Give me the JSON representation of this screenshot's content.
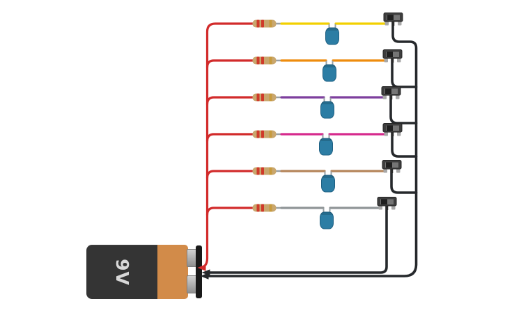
{
  "scene": {
    "name": "six-led-switch-circuit",
    "background": "#ffffff"
  },
  "battery": {
    "label": "9V",
    "body_color": "#343434",
    "cell_color": "#d28b49",
    "label_color": "#d8d8d8",
    "cap_color": "#191919"
  },
  "wiring": {
    "positive_color": "#d22b2b",
    "negative_color": "#26292c",
    "lead_color": "#9aa0a4"
  },
  "resistor": {
    "body_color": "#c9a76e",
    "band_colors": [
      "#cf3a2a",
      "#cf3a2a",
      "#c79a3d"
    ]
  },
  "led": {
    "body_color": "#2c7da4",
    "outline_color": "#1e5f82",
    "top_shade": "rgba(0,0,0,0.14)",
    "lead_color": "#98a0a4"
  },
  "switch": {
    "body_color": "#3e3e3e",
    "border_color": "#262626",
    "track_color": "#757575",
    "knob_color": "#1f1f1f",
    "foot_color": "#a8a8a8",
    "pin_color": "#2a2a2a"
  },
  "rows": [
    {
      "id": "circuit-1",
      "components": [
        "resistor",
        "led",
        "slideswitch"
      ],
      "wire_color": "yellow",
      "wire_hex": "#f2d000"
    },
    {
      "id": "circuit-2",
      "components": [
        "resistor",
        "led",
        "slideswitch"
      ],
      "wire_color": "orange",
      "wire_hex": "#ee8c0e"
    },
    {
      "id": "circuit-3",
      "components": [
        "resistor",
        "led",
        "slideswitch"
      ],
      "wire_color": "purple",
      "wire_hex": "#7d3f9d"
    },
    {
      "id": "circuit-4",
      "components": [
        "resistor",
        "led",
        "slideswitch"
      ],
      "wire_color": "magenta",
      "wire_hex": "#d62b8d"
    },
    {
      "id": "circuit-5",
      "components": [
        "resistor",
        "led",
        "slideswitch"
      ],
      "wire_color": "tan",
      "wire_hex": "#b5855a"
    },
    {
      "id": "circuit-6",
      "components": [
        "resistor",
        "led",
        "slideswitch"
      ],
      "wire_color": "gray",
      "wire_hex": "#8f9496"
    }
  ]
}
